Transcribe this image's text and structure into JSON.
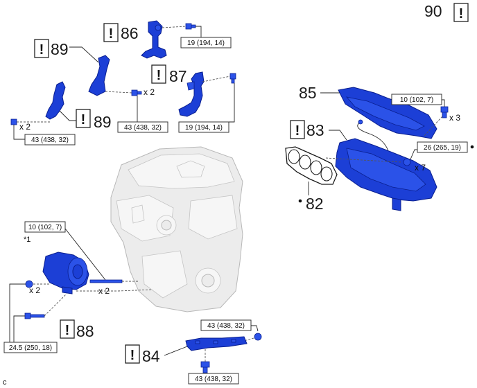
{
  "parts": {
    "p82": "82",
    "p83": "83",
    "p84": "84",
    "p85": "85",
    "p86": "86",
    "p87": "87",
    "p88": "88",
    "p89a": "89",
    "p89b": "89",
    "p90": "90"
  },
  "caution_mark": "!",
  "note_mark": "*1",
  "corner_label": "c",
  "torque": {
    "t_86": "19 (194, 14)",
    "t_87": "19 (194, 14)",
    "t_89_left": "43 (438, 32)",
    "t_89_mid": "43 (438, 32)",
    "t_85": "10 (102, 7)",
    "t_83": "26 (265, 19)",
    "t_88_top": "10 (102, 7)",
    "t_88_bottom": "24.5 (250, 18)",
    "t_84_top": "43 (438, 32)",
    "t_84_bottom": "43 (438, 32)"
  },
  "quantities": {
    "q_89_left": "x 2",
    "q_89_mid": "x 2",
    "q_85": "x 3",
    "q_83": "x 7",
    "q_88_left": "x 2",
    "q_88_right": "x 2"
  }
}
